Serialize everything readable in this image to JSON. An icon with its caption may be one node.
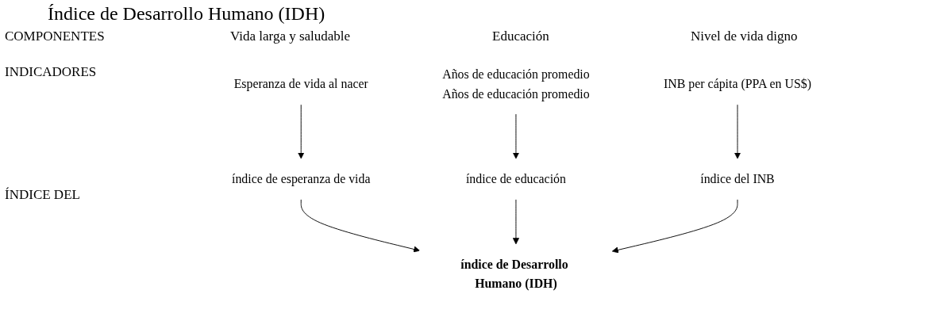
{
  "diagram": {
    "title": "Índice de Desarrollo Humano (IDH)",
    "nodes": [
      {
        "text": [
          "Esperanza de vida al nacer"
        ]
      },
      {
        "text": [
          "Años de educación promedio",
          "Años de educación promedio"
        ]
      },
      {
        "text": [
          "INB per cápita (PPA en US$)"
        ]
      },
      {
        "text": [
          "índice de esperanza de vida"
        ]
      },
      {
        "text": [
          "índice de educación"
        ]
      },
      {
        "text": [
          "índice del INB"
        ]
      },
      {
        "text": [
          "índice de Desarrollo Humano (IDH)"
        ]
      }
    ],
    "edges": [
      {
        "from": 0,
        "to": 3,
        "arrow": "to"
      },
      {
        "from": 1,
        "to": 4,
        "arrow": "to"
      },
      {
        "from": 2,
        "to": 5,
        "arrow": "to"
      },
      {
        "from": 3,
        "to": 6,
        "arrow": "to"
      },
      {
        "from": 4,
        "to": 6,
        "arrow": "to"
      },
      {
        "from": 5,
        "to": 6,
        "arrow": "to"
      }
    ],
    "labels": [
      "COMPONENTES",
      "Vida larga y saludable",
      "Educación",
      "Nivel de vida digno",
      "INDICADORES",
      "ÍNDICE DEL"
    ]
  }
}
